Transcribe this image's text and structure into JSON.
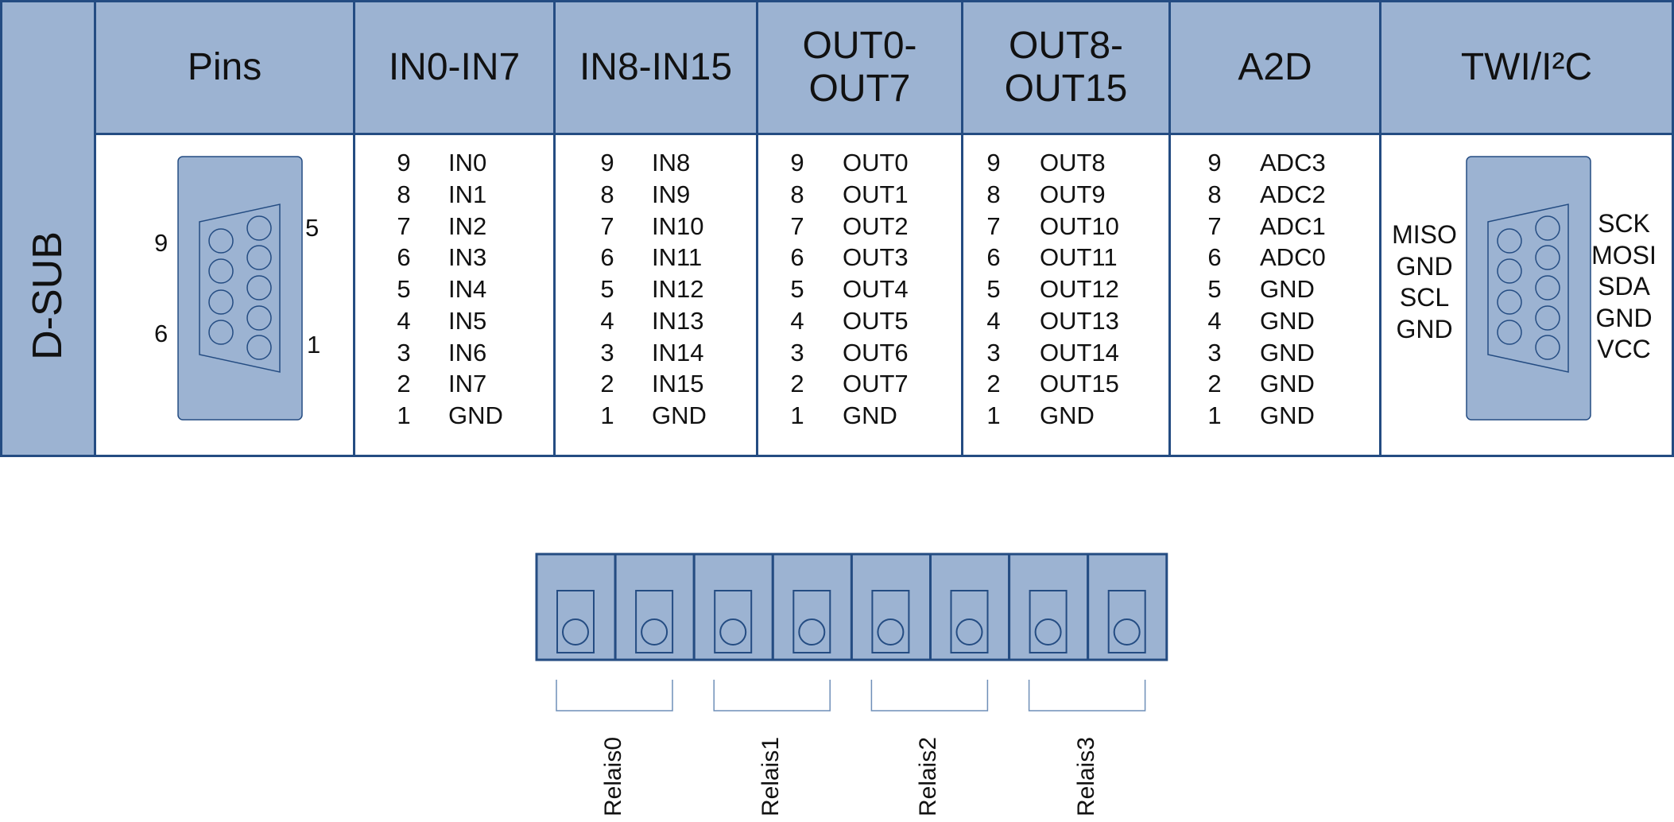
{
  "side_label": "D-SUB",
  "headers": {
    "pins": "Pins",
    "in0_7": "IN0-IN7",
    "in8_15": "IN8-IN15",
    "out0_7": "OUT0-\nOUT7",
    "out8_15": "OUT8-\nOUT15",
    "a2d": "A2D",
    "twi": "TWI/I²C"
  },
  "pins_diagram": {
    "top_left": "9",
    "top_right": "5",
    "bottom_left": "6",
    "bottom_right": "1"
  },
  "pin_numbers": [
    "9",
    "8",
    "7",
    "6",
    "5",
    "4",
    "3",
    "2",
    "1"
  ],
  "columns": [
    {
      "key": "in0_7",
      "signals": [
        "IN0",
        "IN1",
        "IN2",
        "IN3",
        "IN4",
        "IN5",
        "IN6",
        "IN7",
        "GND"
      ]
    },
    {
      "key": "in8_15",
      "signals": [
        "IN8",
        "IN9",
        "IN10",
        "IN11",
        "IN12",
        "IN13",
        "IN14",
        "IN15",
        "GND"
      ]
    },
    {
      "key": "out0_7",
      "signals": [
        "OUT0",
        "OUT1",
        "OUT2",
        "OUT3",
        "OUT4",
        "OUT5",
        "OUT6",
        "OUT7",
        "GND"
      ]
    },
    {
      "key": "out8_15",
      "signals": [
        "OUT8",
        "OUT9",
        "OUT10",
        "OUT11",
        "OUT12",
        "OUT13",
        "OUT14",
        "OUT15",
        "GND"
      ]
    },
    {
      "key": "a2d",
      "signals": [
        "ADC3",
        "ADC2",
        "ADC1",
        "ADC0",
        "GND",
        "GND",
        "GND",
        "GND",
        "GND"
      ]
    }
  ],
  "twi": {
    "left": [
      "MISO",
      "GND",
      "SCL",
      "GND"
    ],
    "right": [
      "SCK",
      "MOSI",
      "SDA",
      "GND",
      "VCC"
    ]
  },
  "relays": [
    "Relais0",
    "Relais1",
    "Relais2",
    "Relais3"
  ],
  "colors": {
    "fill": "#9cb3d2",
    "border": "#244c82",
    "bracket": "#6f8fb8"
  }
}
